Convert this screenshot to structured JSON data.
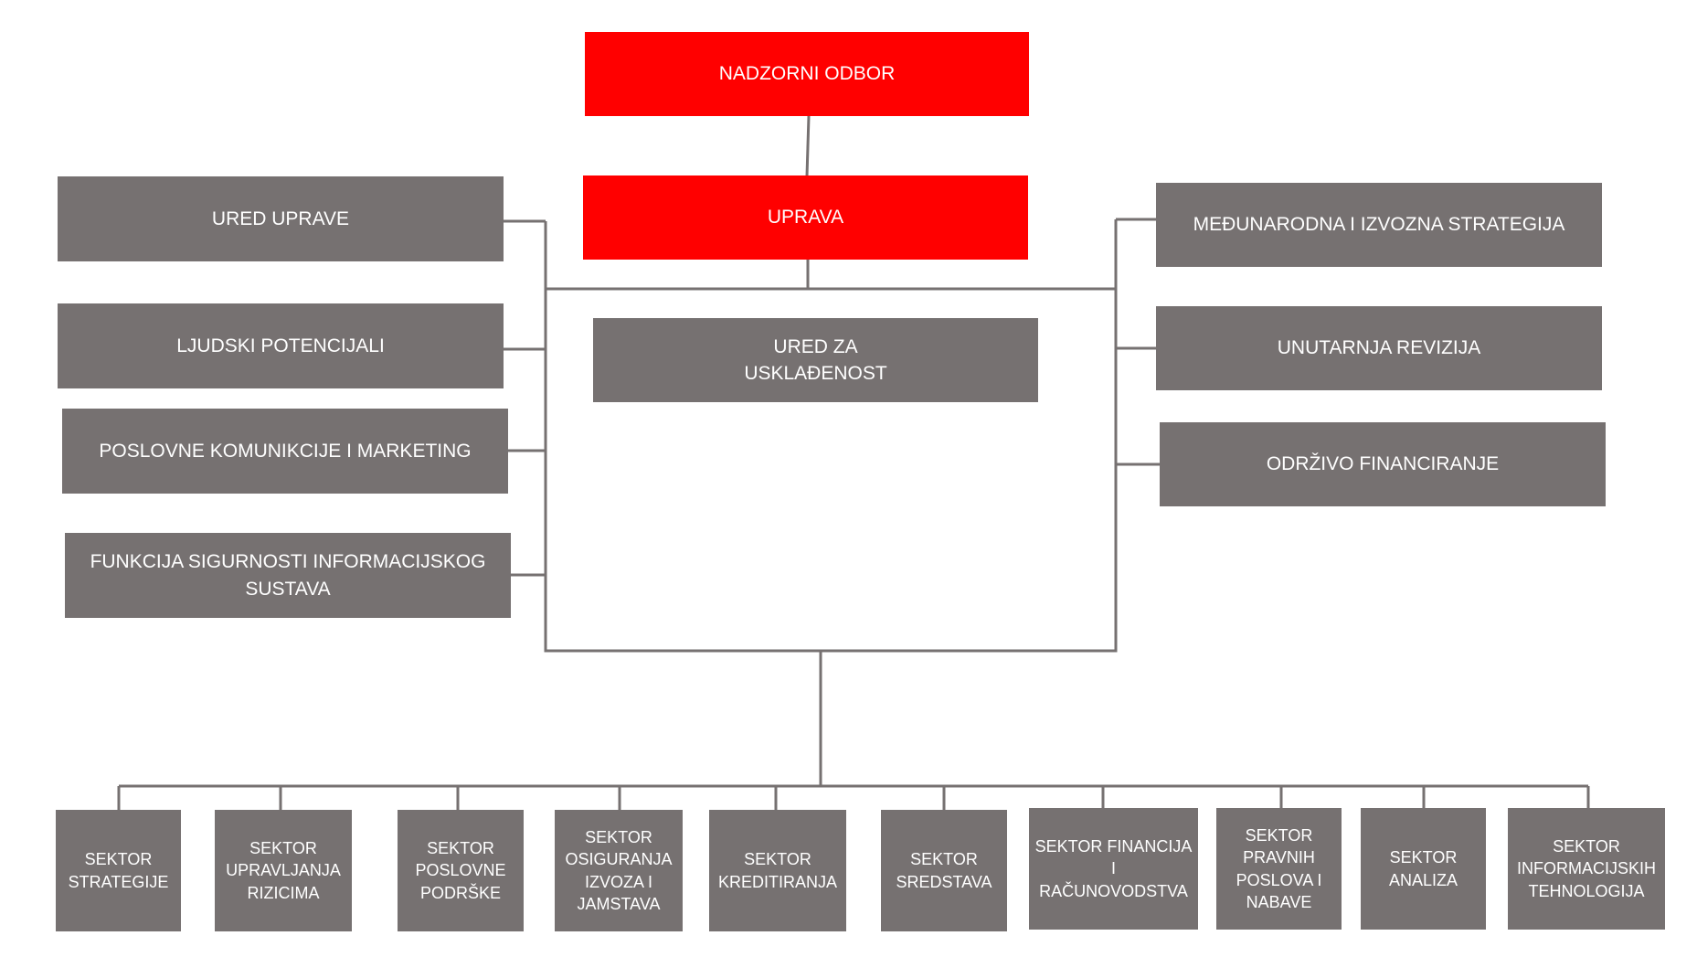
{
  "top": {
    "supervisory_board": "NADZORNI ODBOR",
    "management_board": "UPRAVA",
    "compliance_office": "URED ZA\nUSKLAĐENOST"
  },
  "left_units": {
    "ured_uprave": "URED UPRAVE",
    "ljudski_potencijali": "LJUDSKI POTENCIJALI",
    "poslovne_komunikacije": "POSLOVNE KOMUNIKCIJE I MARKETING",
    "sigurnost_informacijskog": "FUNKCIJA SIGURNOSTI INFORMACIJSKOG\nSUSTAVA"
  },
  "right_units": {
    "medunarodna_strategija": "MEĐUNARODNA I IZVOZNA STRATEGIJA",
    "unutarnja_revizija": "UNUTARNJA REVIZIJA",
    "odrzivo_financiranje": "ODRŽIVO FINANCIRANJE"
  },
  "sectors": [
    "SEKTOR\nSTRATEGIJE",
    "SEKTOR\nUPRAVLJANJA\nRIZICIMA",
    "SEKTOR\nPOSLOVNE\nPODRŠKE",
    "SEKTOR\nOSIGURANJA\nIZVOZA I\nJAMSTAVA",
    "SEKTOR\nKREDITIRANJA",
    "SEKTOR\nSREDSTAVA",
    "SEKTOR FINANCIJA\nI\nRAČUNOVODSTVA",
    "SEKTOR\nPRAVNIH\nPOSLOVA I\nNABAVE",
    "SEKTOR\nANALIZA",
    "SEKTOR\nINFORMACIJSKIH\nTEHNOLOGIJA"
  ],
  "colors": {
    "accent_red": "#ff0000",
    "box_grey": "#767171",
    "connector": "#767171"
  }
}
